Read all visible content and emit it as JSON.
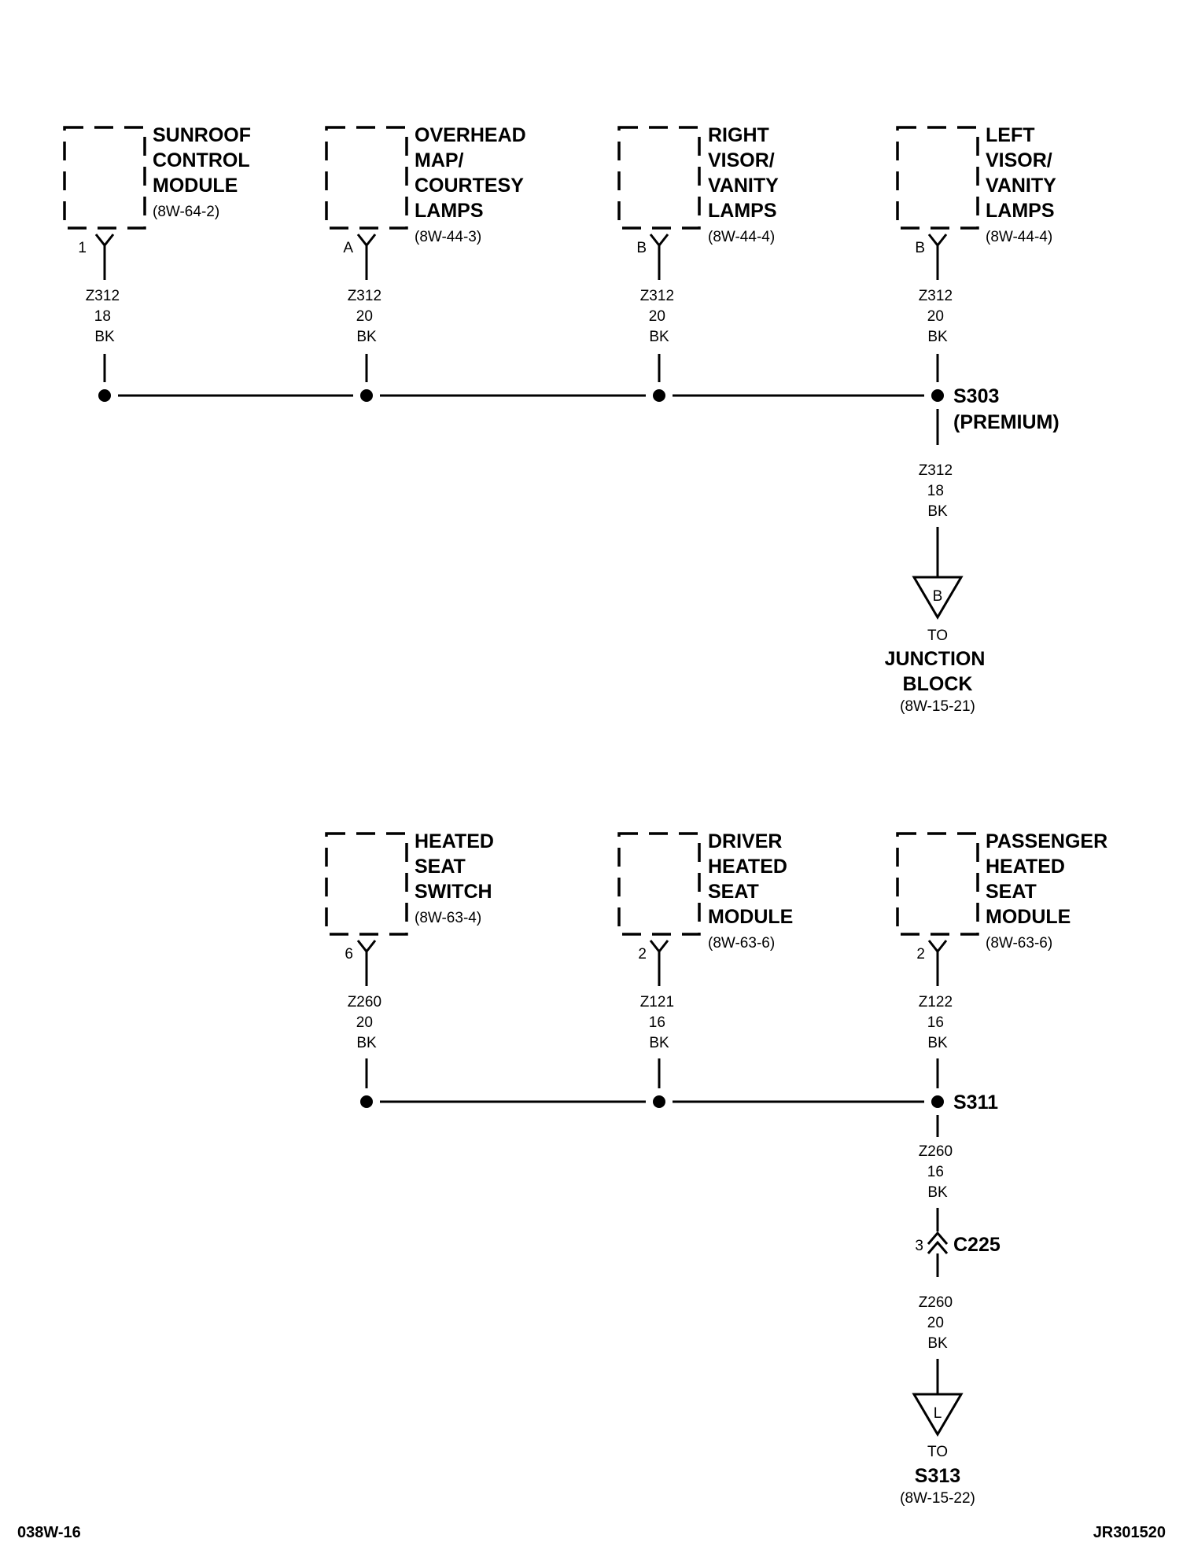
{
  "page": {
    "footer_left": "038W-16",
    "footer_right": "JR301520"
  },
  "group_top": {
    "components": [
      {
        "label": [
          "SUNROOF",
          "CONTROL",
          "MODULE"
        ],
        "ref": "(8W-64-2)",
        "pin": "1",
        "circuit": "Z312",
        "gauge": "18",
        "color": "BK"
      },
      {
        "label": [
          "OVERHEAD",
          "MAP/",
          "COURTESY",
          "LAMPS"
        ],
        "ref": "(8W-44-3)",
        "pin": "A",
        "circuit": "Z312",
        "gauge": "20",
        "color": "BK"
      },
      {
        "label": [
          "RIGHT",
          "VISOR/",
          "VANITY",
          "LAMPS"
        ],
        "ref": "(8W-44-4)",
        "pin": "B",
        "circuit": "Z312",
        "gauge": "20",
        "color": "BK"
      },
      {
        "label": [
          "LEFT",
          "VISOR/",
          "VANITY",
          "LAMPS"
        ],
        "ref": "(8W-44-4)",
        "pin": "B",
        "circuit": "Z312",
        "gauge": "20",
        "color": "BK"
      }
    ],
    "splice": {
      "name": "S303",
      "note": "(PREMIUM)"
    },
    "out_wire": {
      "circuit": "Z312",
      "gauge": "18",
      "color": "BK"
    },
    "ground": {
      "letter": "B",
      "to": "TO",
      "dest": [
        "JUNCTION",
        "BLOCK"
      ],
      "ref": "(8W-15-21)"
    }
  },
  "group_bottom": {
    "components": [
      {
        "label": [
          "HEATED",
          "SEAT",
          "SWITCH"
        ],
        "ref": "(8W-63-4)",
        "pin": "6",
        "circuit": "Z260",
        "gauge": "20",
        "color": "BK"
      },
      {
        "label": [
          "DRIVER",
          "HEATED",
          "SEAT",
          "MODULE"
        ],
        "ref": "(8W-63-6)",
        "pin": "2",
        "circuit": "Z121",
        "gauge": "16",
        "color": "BK"
      },
      {
        "label": [
          "PASSENGER",
          "HEATED",
          "SEAT",
          "MODULE"
        ],
        "ref": "(8W-63-6)",
        "pin": "2",
        "circuit": "Z122",
        "gauge": "16",
        "color": "BK"
      }
    ],
    "splice": {
      "name": "S311"
    },
    "wire_a": {
      "circuit": "Z260",
      "gauge": "16",
      "color": "BK"
    },
    "connector": {
      "pin": "3",
      "name": "C225"
    },
    "wire_b": {
      "circuit": "Z260",
      "gauge": "20",
      "color": "BK"
    },
    "ground": {
      "letter": "L",
      "to": "TO",
      "dest": [
        "S313"
      ],
      "ref": "(8W-15-22)"
    }
  }
}
